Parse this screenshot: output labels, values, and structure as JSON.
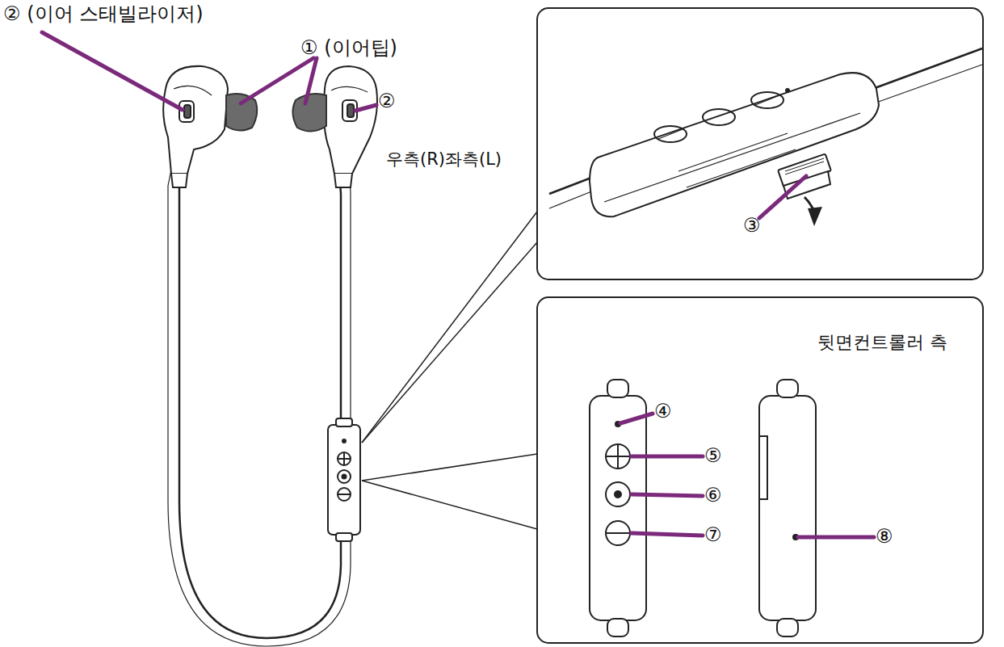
{
  "diagram": {
    "labels": [
      "② (이어 스태빌라이저)",
      "① (이어팁)",
      "②",
      "우측(R)좌측(L)",
      "③",
      "뒷면컨트롤러 측",
      "④",
      "⑤",
      "⑥",
      "⑦",
      "⑧"
    ]
  }
}
